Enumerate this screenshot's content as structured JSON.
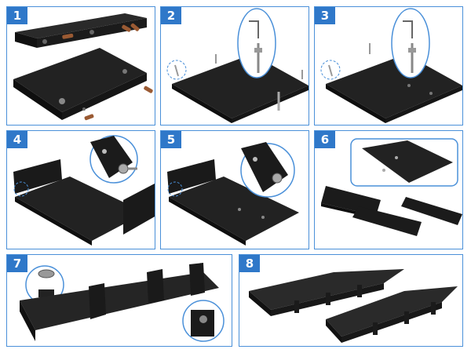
{
  "steps": [
    {
      "number": "1"
    },
    {
      "number": "2"
    },
    {
      "number": "3"
    },
    {
      "number": "4"
    },
    {
      "number": "5"
    },
    {
      "number": "6"
    },
    {
      "number": "7"
    },
    {
      "number": "8"
    }
  ],
  "colors": {
    "accent": "#2f78c9",
    "board": "#1b1b1b",
    "dowel": "#9a5a33",
    "outline": "#4a90d9"
  }
}
